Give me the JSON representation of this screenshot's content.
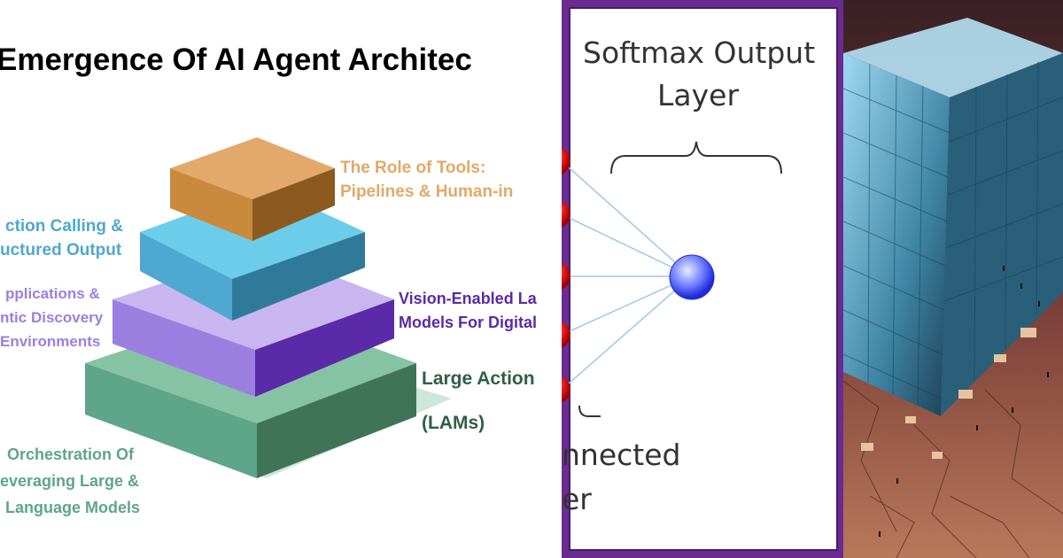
{
  "panel1": {
    "title": "Emergence Of AI Agent Architec",
    "labels": {
      "tools": [
        "The Role of Tools:",
        "Pipelines & Human-in"
      ],
      "function": [
        "ction Calling &",
        "uctured Output"
      ],
      "apps": [
        "pplications  &",
        "ntic Discovery",
        "Environments"
      ],
      "vision": [
        "Vision-Enabled La",
        "Models For Digital"
      ],
      "lam1": "Large Action",
      "lam2": "(LAMs)",
      "orchestration": [
        "Orchestration  Of",
        "everaging Large &",
        "Language Models"
      ]
    },
    "colors": {
      "tools": "#e2a96a",
      "function": "#4fa8cf",
      "apps": "#9b7fe0",
      "vision": "#5a2aa8",
      "lam": "#2f5f45",
      "orchestration": "#5fa58a"
    }
  },
  "panel2": {
    "output_label_line1": "Softmax Output",
    "output_label_line2": "Layer",
    "left_label_line1": "nnected",
    "left_label_line2": "er",
    "frame_color": "#6a2c91"
  },
  "panel3": {
    "icon": "ai-cube-city-illustration"
  }
}
